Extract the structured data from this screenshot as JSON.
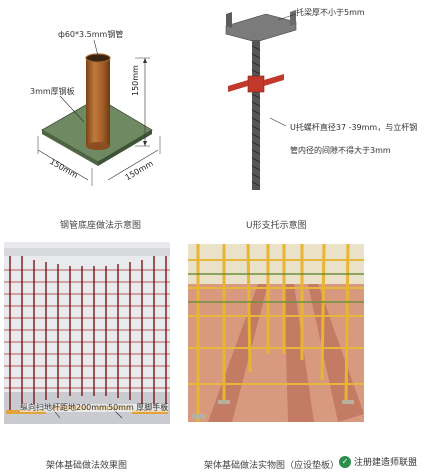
{
  "tube_fig": {
    "pipe_label": "ф60*3.5mm钢管",
    "plate_label": "3mm厚钢板",
    "dim_height": "150mm",
    "dim_left": "150mm",
    "dim_right": "150mm",
    "caption": "钢管底座做法示意图"
  },
  "u_fig": {
    "top_label": "托梁厚不小于5mm",
    "note_line1": "U托螺杆直径37   -39mm，与立杆钢",
    "note_line2": "管内径的间隙不得大于3mm",
    "caption": "U形支托示意图"
  },
  "scaffold_fig": {
    "label_pad": "纵向扫地杆距地200mm",
    "label_plank": "50mm 厚脚手板",
    "caption": "架体基础做法效果图"
  },
  "photo_fig": {
    "caption": "架体基础做法实物图（应设垫板）"
  },
  "watermark": {
    "text": "注册建造师联盟"
  },
  "colors": {
    "pipe": "#a0622c",
    "plate": "#667c5a",
    "ubracket": "#c0392b",
    "scaffold": "#8b1a1a",
    "photo_pole": "#e8b432",
    "photo_floor": "#c8836a"
  }
}
